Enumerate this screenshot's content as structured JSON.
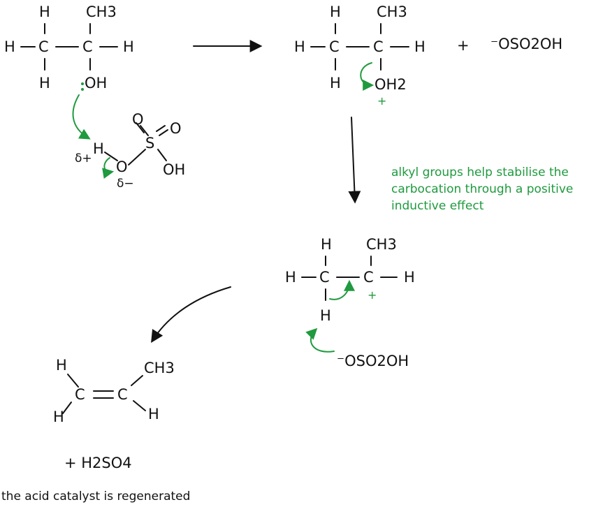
{
  "colors": {
    "ink": "#111111",
    "accent": "#1f9a3e"
  },
  "mol1": {
    "h": "H",
    "c": "C",
    "ch3": "CH3",
    "oh": "OH"
  },
  "acid": {
    "h": "H",
    "o": "O",
    "s": "S",
    "oh": "OH",
    "delta_plus": "δ+",
    "delta_minus": "δ−"
  },
  "mol2": {
    "h": "H",
    "c": "C",
    "ch3": "CH3",
    "oh2": "OH2",
    "charge": "+"
  },
  "plus_sign": "+",
  "bisulfate": "⁻OSO2OH",
  "carbocation": {
    "h": "H",
    "c": "C",
    "ch3": "CH3",
    "charge": "+"
  },
  "bisulfate_2": "⁻OSO2OH",
  "alkene": {
    "h": "H",
    "c": "C",
    "ch3": "CH3"
  },
  "products": {
    "h2so4": "+ H2SO4"
  },
  "notes": {
    "alkyl_line1": "alkyl groups help stabilise the",
    "alkyl_line2": "carbocation through a positive",
    "alkyl_line3": "inductive effect",
    "catalyst": "the acid catalyst is regenerated"
  }
}
